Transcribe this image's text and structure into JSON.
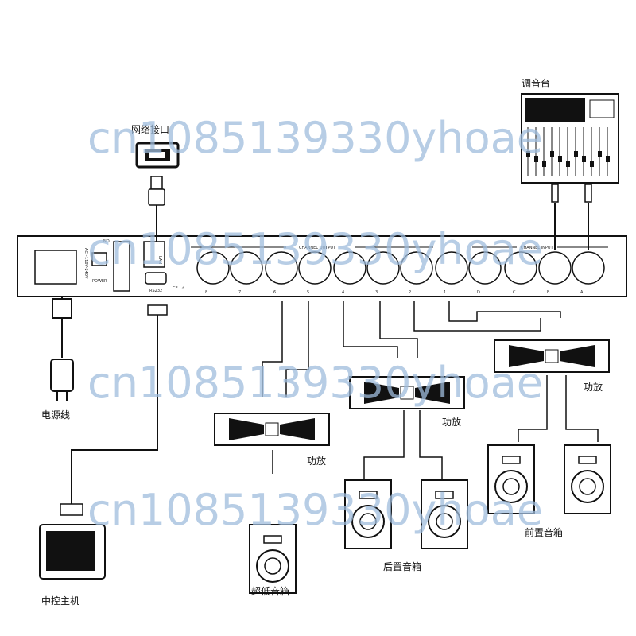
{
  "labels": {
    "network_port": "网络接口",
    "mixer": "调音台",
    "power_cord": "电源线",
    "central_host": "中控主机",
    "amp_front": "功放",
    "amp_rear": "功放",
    "amp_sub": "功放",
    "front_speakers": "前置音箱",
    "rear_speakers": "后置音箱",
    "subwoofer": "超低音箱"
  },
  "device": {
    "lan_label": "LAN",
    "power_label": "POWER",
    "ac_label": "AC~110V-240V",
    "no_label": "NO.",
    "rs232_label": "RS232",
    "ce_mark": "CE",
    "output_header": "CHANNEL OUTPUT",
    "input_header": "CHANNEL INPUT",
    "channels": [
      "8",
      "7",
      "6",
      "5",
      "4",
      "3",
      "2",
      "1",
      "D",
      "C",
      "B",
      "A"
    ]
  },
  "watermark": "cn1085139330yhoae"
}
